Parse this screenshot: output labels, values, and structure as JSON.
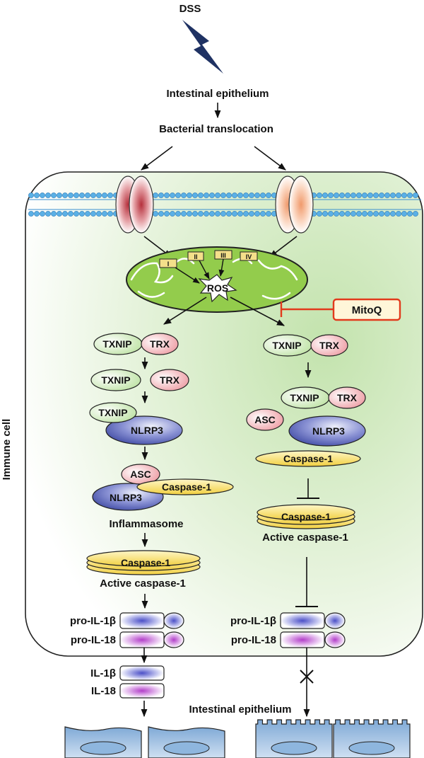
{
  "top": {
    "dss": "DSS",
    "intestinal_epithelium": "Intestinal epithelium",
    "bacterial_translocation": "Bacterial translocation"
  },
  "cell": {
    "label": "Immune cell",
    "complexes": [
      "I",
      "II",
      "III",
      "IV"
    ],
    "ros": "ROS",
    "mitoq": "MitoQ"
  },
  "left_path": {
    "txnip": "TXNIP",
    "trx": "TRX",
    "nlrp3": "NLRP3",
    "asc": "ASC",
    "caspase1": "Caspase-1",
    "inflammasome": "Inflammasome",
    "active_caspase1": "Active caspase-1",
    "pro_il1b": "pro-IL-1β",
    "pro_il18": "pro-IL-18",
    "il1b": "IL-1β",
    "il18": "IL-18"
  },
  "right_path": {
    "txnip": "TXNIP",
    "trx": "TRX",
    "asc": "ASC",
    "nlrp3": "NLRP3",
    "caspase1": "Caspase-1",
    "active_caspase1": "Active caspase-1",
    "pro_il1b": "pro-IL-1β",
    "pro_il18": "pro-IL-18"
  },
  "bottom": {
    "intestinal_epithelium": "Intestinal epithelium"
  },
  "colors": {
    "cell_green": "#cfe8bf",
    "mito_green": "#93cc4c",
    "txnip_green": "#d6efc2",
    "trx_pink": "#f2c7c7",
    "nlrp3_blue": "#5560b0",
    "caspase_yellow": "#f7e07a",
    "mitoq_red": "#e23a1c",
    "epithelium_blue": "#a9c9e6",
    "lightning_navy": "#1f3263"
  }
}
